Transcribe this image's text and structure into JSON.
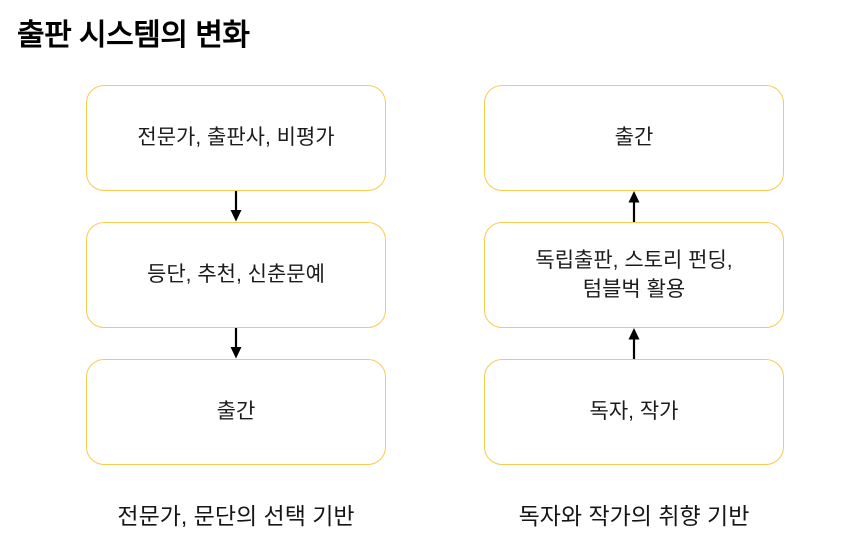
{
  "title": "출판 시스템의 변화",
  "colors": {
    "box_border": "#F7CB4D",
    "arrow": "#000000",
    "text": "#1c1c1c",
    "background": "#ffffff"
  },
  "columns": [
    {
      "id": "traditional-system",
      "arrow_direction": "down",
      "boxes": [
        "전문가, 출판사, 비평가",
        "등단, 추천, 신춘문예",
        "출간"
      ],
      "caption": "전문가, 문단의 선택 기반"
    },
    {
      "id": "new-system",
      "arrow_direction": "up",
      "boxes": [
        "출간",
        "독립출판, 스토리 펀딩,\n텀블벅 활용",
        "독자, 작가"
      ],
      "caption": "독자와 작가의 취향 기반"
    }
  ]
}
